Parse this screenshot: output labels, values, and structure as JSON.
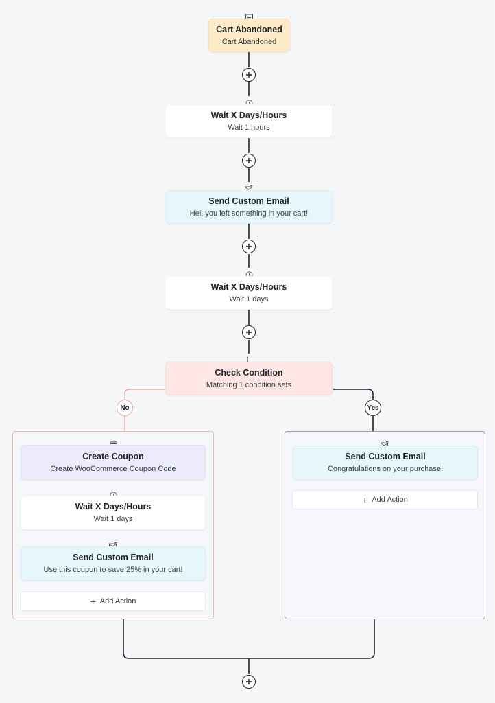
{
  "nodes": {
    "trigger": {
      "title": "Cart Abandoned",
      "subtitle": "Cart Abandoned",
      "icon": "calendar-icon"
    },
    "wait_1": {
      "title": "Wait X Days/Hours",
      "subtitle": "Wait 1 hours",
      "icon": "clock-icon"
    },
    "email_1": {
      "title": "Send Custom Email",
      "subtitle": "Hei, you left something in your cart!",
      "icon": "email-icon"
    },
    "wait_2": {
      "title": "Wait X Days/Hours",
      "subtitle": "Wait 1 days",
      "icon": "clock-icon"
    },
    "condition": {
      "title": "Check Condition",
      "subtitle": "Matching 1 condition sets",
      "icon": "branch-icon"
    }
  },
  "branches": {
    "no": {
      "label": "No",
      "nodes": [
        {
          "title": "Create Coupon",
          "subtitle": "Create WooCommerce Coupon Code",
          "icon": "calendar-icon"
        },
        {
          "title": "Wait X Days/Hours",
          "subtitle": "Wait 1 days",
          "icon": "clock-icon"
        },
        {
          "title": "Send Custom Email",
          "subtitle": "Use this coupon to save 25% in your cart!",
          "icon": "email-icon"
        }
      ],
      "add_action": "Add Action"
    },
    "yes": {
      "label": "Yes",
      "nodes": [
        {
          "title": "Send Custom Email",
          "subtitle": "Congratulations on your purchase!",
          "icon": "email-icon"
        }
      ],
      "add_action": "Add Action"
    }
  },
  "colors": {
    "trigger": "#fdebc8",
    "email": "#e5f7fb",
    "condition": "#fde6e4",
    "coupon": "#ecebfb",
    "wait": "#ffffff",
    "no_branch_line": "#f0a8a2",
    "connector": "#1f2328"
  }
}
